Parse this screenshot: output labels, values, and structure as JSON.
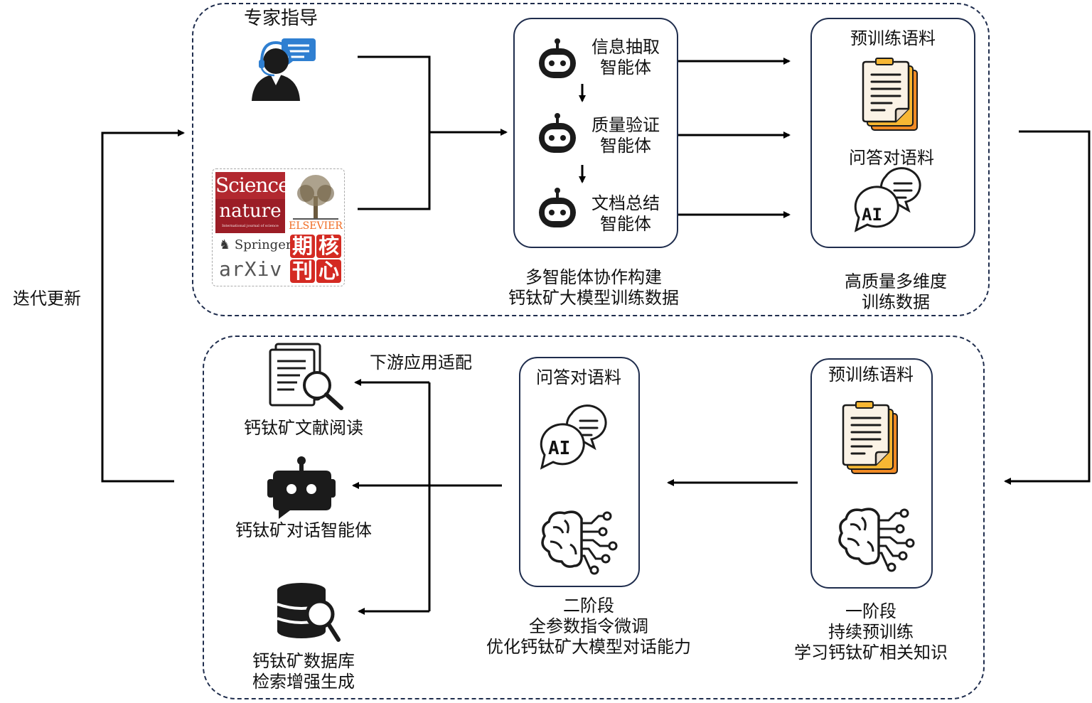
{
  "top": {
    "expert_label": "专家指导",
    "sources": {
      "science": "Science",
      "nature": "nature",
      "nature_tagline": "International journal of science",
      "elsevier": "ELSEVIER",
      "springer": "Springer",
      "arxiv": "arXiv",
      "core_journal": [
        "期",
        "核",
        "刊",
        "心"
      ]
    },
    "agents": [
      {
        "line1": "信息抽取",
        "line2": "智能体"
      },
      {
        "line1": "质量验证",
        "line2": "智能体"
      },
      {
        "line1": "文档总结",
        "line2": "智能体"
      }
    ],
    "agents_caption": [
      "多智能体协作构建",
      "钙钛矿大模型训练数据"
    ],
    "corpus_box": {
      "pretrain": "预训练语料",
      "qa": "问答对语料"
    },
    "corpus_caption": [
      "高质量多维度",
      "训练数据"
    ]
  },
  "side_label": "迭代更新",
  "bottom": {
    "downstream_label": "下游应用适配",
    "apps": [
      {
        "lines": [
          "钙钛矿文献阅读"
        ],
        "icon": "document-search-icon"
      },
      {
        "lines": [
          "钙钛矿对话智能体"
        ],
        "icon": "chatbot-icon"
      },
      {
        "lines": [
          "钙钛矿数据库",
          "检索增强生成"
        ],
        "icon": "database-search-icon"
      }
    ],
    "stage2": {
      "box_title": "问答对语料",
      "caption": [
        "二阶段",
        "全参数指令微调",
        "优化钙钛矿大模型对话能力"
      ]
    },
    "stage1": {
      "box_title": "预训练语料",
      "caption": [
        "一阶段",
        "持续预训练",
        "学习钙钛矿相关知识"
      ]
    },
    "ai_badge": "AI"
  },
  "colors": {
    "border": "#1f2d4d",
    "doc_yellow": "#f7b733",
    "doc_orange": "#f08a24",
    "brain": "#2b2b2b"
  }
}
